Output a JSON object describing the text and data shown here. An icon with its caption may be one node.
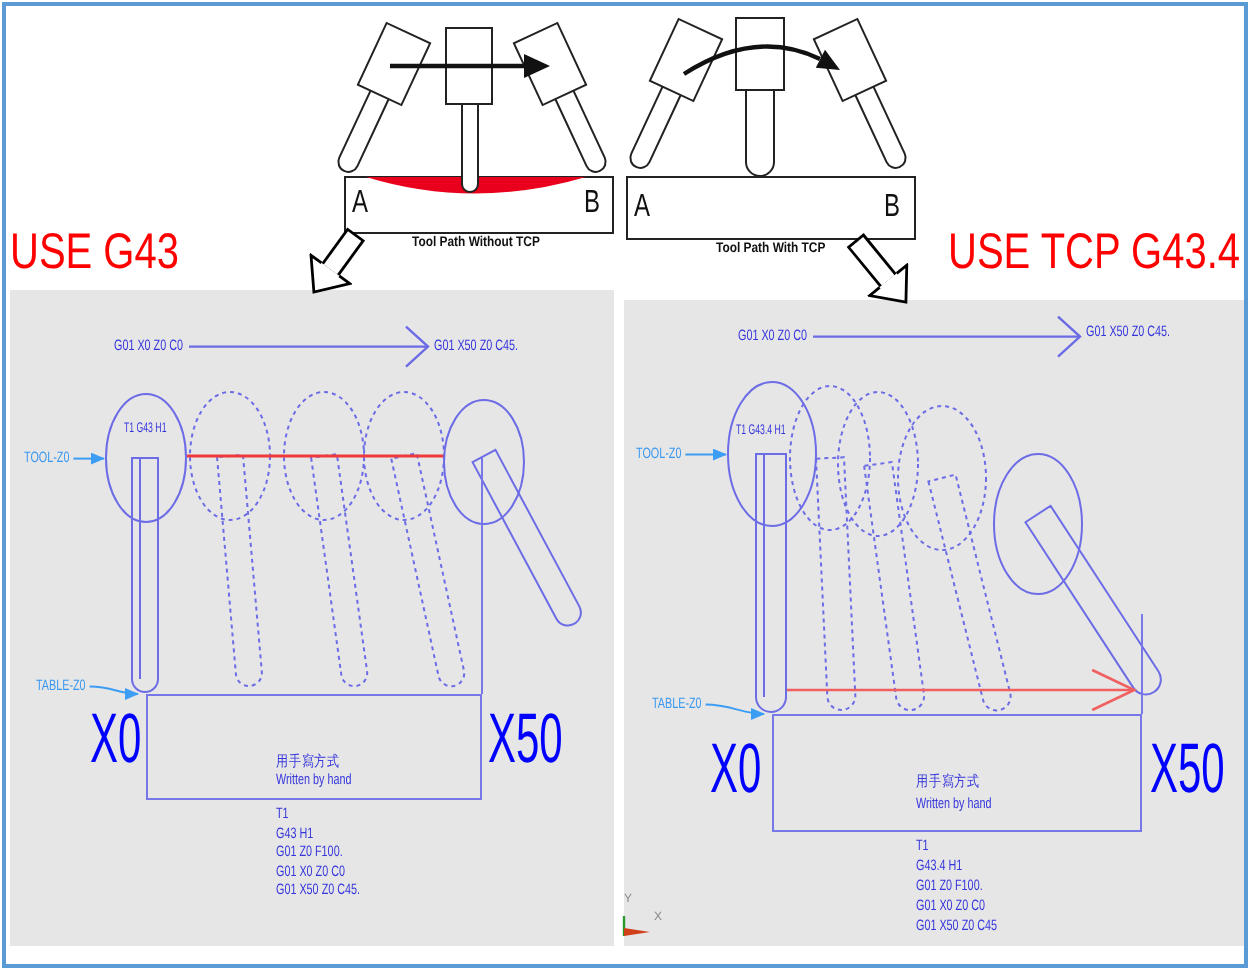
{
  "diagram": {
    "nodes": [
      {
        "text": [
          "A",
          "B"
        ],
        "beside": [
          "Tool Path Without TCP"
        ]
      },
      {
        "text": [
          "A",
          "B"
        ],
        "beside": [
          "Tool Path With TCP"
        ]
      },
      {
        "text": [
          "USE G43"
        ]
      },
      {
        "text": [
          "G01 X0 Z0 C0"
        ],
        "in": 2
      },
      {
        "text": [
          "G01 X50 Z0 C45."
        ],
        "in": 2
      },
      {
        "text": [
          "TOOL-Z0"
        ],
        "in": 2
      },
      {
        "text": [
          "T1 G43 H1"
        ],
        "in": 2
      },
      {
        "text": [],
        "shape": "picture",
        "in": 2
      },
      {
        "text": [
          "TABLE-Z0"
        ],
        "in": 2
      },
      {
        "text": [
          "用手寫方式",
          "Written by hand"
        ],
        "in": 2,
        "beside": [
          "T1",
          "G43 H1",
          "G01 Z0 F100.",
          "G01 X0 Z0 C0",
          "G01 X50 Z0 C45."
        ]
      },
      {
        "text": [
          "USE TCP G43.4"
        ]
      },
      {
        "text": [
          "G01 X0 Z0 C0"
        ],
        "in": 10
      },
      {
        "text": [
          "G01 X50 Z0 C45."
        ],
        "in": 10
      },
      {
        "text": [
          "TOOL-Z0"
        ],
        "in": 10
      },
      {
        "text": [
          "T1 G43.4 H1"
        ],
        "in": 10
      },
      {
        "text": [],
        "shape": "picture",
        "in": 10
      },
      {
        "text": [
          "TABLE-Z0"
        ],
        "in": 10
      },
      {
        "text": [
          "用手寫方式",
          "Written by hand"
        ],
        "in": 10,
        "beside": [
          "T1",
          "G43.4 H1",
          "G01 Z0 F100.",
          "G01 X0 Z0 C0",
          "G01 X50 Z0 C45"
        ]
      }
    ],
    "edges": [
      {
        "from": 0,
        "to": 2,
        "arrow": "to",
        "style": "thick",
        "color": "#000000"
      },
      {
        "from": 1,
        "to": 10,
        "arrow": "to",
        "style": "thick",
        "color": "#000000"
      },
      {
        "from": 3,
        "to": 4,
        "arrow": "to",
        "color": "#6b6be6"
      },
      {
        "from": 5,
        "to": 6,
        "arrow": "to"
      },
      {
        "from": 8,
        "to": 6,
        "arrow": "to"
      },
      {
        "from": 11,
        "to": 12,
        "arrow": "to",
        "color": "#6b6be6"
      },
      {
        "from": 13,
        "to": 14,
        "arrow": "to"
      },
      {
        "from": 16,
        "to": 14,
        "arrow": "to"
      },
      {
        "from": 6,
        "to": 7,
        "arrow": "none",
        "color": "#f03a3a"
      },
      {
        "from": 14,
        "to": 15,
        "arrow": "to",
        "color": "#f06060"
      }
    ],
    "labels": [
      "X0",
      "X50",
      "X0",
      "X50",
      "Y",
      "X"
    ]
  }
}
